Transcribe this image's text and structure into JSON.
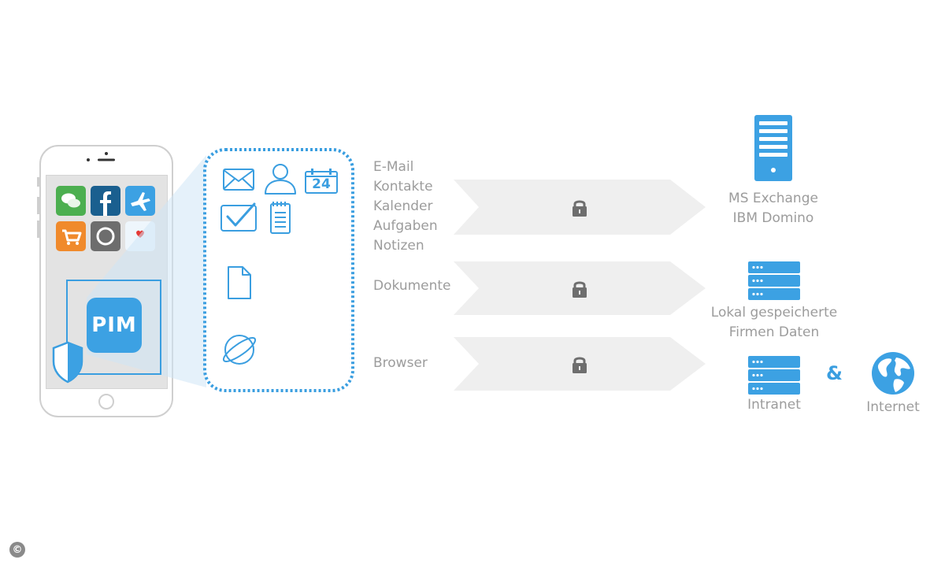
{
  "phone": {
    "pim_label": "PIM",
    "apps": [
      "chat-app-icon",
      "facebook-app-icon",
      "plane-app-icon",
      "cart-app-icon",
      "circle-app-icon",
      "heart-app-icon"
    ]
  },
  "container": {
    "icons": [
      "mail-icon",
      "contact-icon",
      "calendar-icon",
      "tasks-icon",
      "notes-icon",
      "document-icon",
      "browser-icon"
    ],
    "calendar_day": "24"
  },
  "channels": [
    {
      "labels": [
        "E-Mail",
        "Kontakte",
        "Kalender",
        "Aufgaben",
        "Notizen"
      ]
    },
    {
      "labels": [
        "Dokumente"
      ]
    },
    {
      "labels": [
        "Browser"
      ]
    }
  ],
  "servers": {
    "exchange": {
      "lines": [
        "MS Exchange",
        "IBM Domino"
      ]
    },
    "local": {
      "lines": [
        "Lokal gespeicherte",
        "Firmen Daten"
      ]
    },
    "intranet": {
      "label": "Intranet"
    },
    "ampersand": "&",
    "internet": {
      "label": "Internet"
    }
  },
  "copyright": "©",
  "colors": {
    "accent": "#3a9ee0",
    "arrow": "#efefef",
    "text": "#9c9c9c"
  }
}
